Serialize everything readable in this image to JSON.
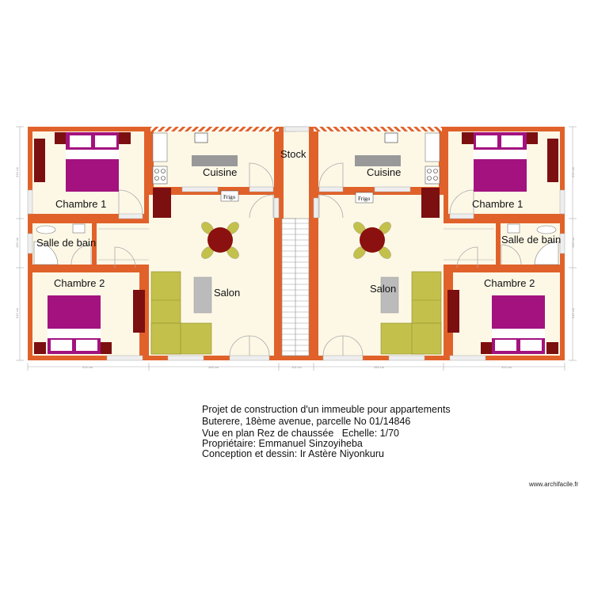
{
  "plan": {
    "left_apartment": {
      "rooms": {
        "chambre1": "Chambre 1",
        "cuisine": "Cuisine",
        "salle_de_bain": "Salle de bain",
        "chambre2": "Chambre 2",
        "salon": "Salon",
        "frigo": "Frigo"
      }
    },
    "stock": "Stock",
    "right_apartment": {
      "rooms": {
        "chambre1": "Chambre 1",
        "cuisine": "Cuisine",
        "salle_de_bain": "Salle de bain",
        "chambre2": "Chambre 2",
        "salon": "Salon",
        "frigo": "Frigo"
      }
    },
    "dimensions": {
      "bottom": [
        "414 cm",
        "446 cm",
        "114 cm",
        "446 cm",
        "414 cm"
      ],
      "left": [
        "315 cm",
        "158 cm",
        "315 cm"
      ],
      "right": [
        "315 cm",
        "158 cm",
        "315 cm"
      ]
    },
    "colors": {
      "wall": "#e0622a",
      "floor": "#fdf8e6",
      "bed": "#a3127f",
      "furniture_dark": "#7c0f10",
      "sofa": "#c3c14b"
    }
  },
  "title_block": {
    "line1": "Projet de construction d'un immeuble pour appartements",
    "line2": "Buterere, 18ème avenue, parcelle No 01/14846",
    "line3": "Vue en plan Rez de chaussée   Echelle: 1/70",
    "line4": "Propriétaire: Emmanuel Sinzoyiheba",
    "line5": "Conception et dessin: Ir Astère Niyonkuru"
  },
  "watermark": "www.archifacile.fr"
}
